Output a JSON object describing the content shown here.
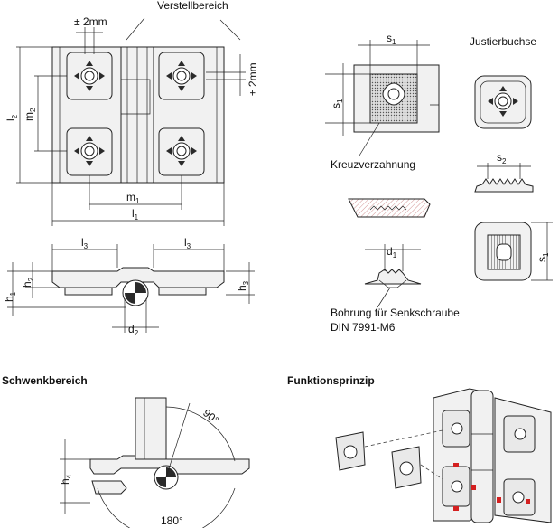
{
  "labels": {
    "pm2_top": "± 2mm",
    "verstellbereich": "Verstellbereich",
    "pm2_side": "± 2mm",
    "l2": "l",
    "l2_sub": "2",
    "m2": "m",
    "m2_sub": "2",
    "m1": "m",
    "m1_sub": "1",
    "l1": "l",
    "l1_sub": "1",
    "l3a": "l",
    "l3a_sub": "3",
    "l3b": "l",
    "l3b_sub": "3",
    "h1": "h",
    "h1_sub": "1",
    "h2": "h",
    "h2_sub": "2",
    "h3": "h",
    "h3_sub": "3",
    "d2": "d",
    "d2_sub": "2",
    "s1_top": "s",
    "s1_top_sub": "1",
    "s1_left": "s",
    "s1_left_sub": "1",
    "justierbuchse": "Justierbuchse",
    "kreuzverzahnung": "Kreuzverzahnung",
    "s2": "s",
    "s2_sub": "2",
    "d1": "d",
    "d1_sub": "1",
    "s1_right": "s",
    "s1_right_sub": "1",
    "bohrung_line1": "Bohrung für Senkschraube",
    "bohrung_line2": "DIN 7991-M6",
    "schwenkbereich": "Schwenkbereich",
    "funktionsprinzip": "Funktionsprinzip",
    "angle90": "90°",
    "angle180": "180°",
    "h4": "h",
    "h4_sub": "4"
  },
  "colors": {
    "line": "#222222",
    "fill_light": "#f1f1f1",
    "fill_plate": "#e9e9e9",
    "hatch_red": "#c87a7a",
    "marker_red": "#d42020"
  }
}
